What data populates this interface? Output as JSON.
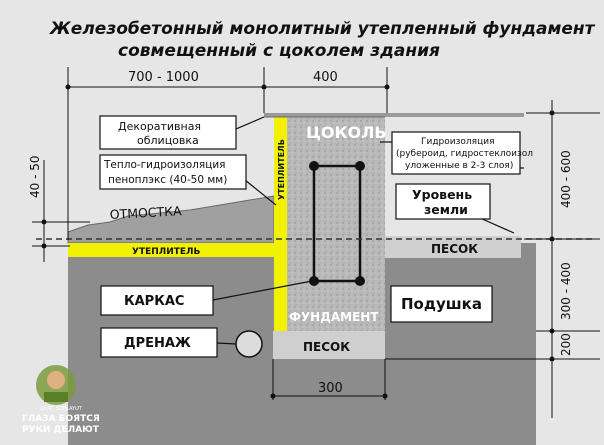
{
  "title": {
    "line1": "Железобетонный монолитный утепленный фундамент",
    "line2": "совмещенный с цоколем здания"
  },
  "dimensions": {
    "top_width": "700 - 1000",
    "top_plinth": "400",
    "left_height": "40 - 50",
    "right_top": "400 - 600",
    "right_middle": "300 - 400",
    "right_bottom": "200",
    "bottom_width": "300"
  },
  "labels": {
    "decorative_cladding": "Декоративная облицовка",
    "insulation_heat_hydro": "Тепло-гидроизоляция пеноплэкс (40-50 мм)",
    "blind_area": "ОТМОСТКА",
    "insulation_horizontal": "УТЕПЛИТЕЛЬ",
    "insulation_vertical": "УТЕПЛИТЕЛЬ",
    "plinth": "ЦОКОЛЬ",
    "waterproofing_1": "Гидроизоляция",
    "waterproofing_2": "(рубероид, гидростеклоизол",
    "waterproofing_3": "уложенные в 2-3 слоя)",
    "ground_level_1": "Уровень",
    "ground_level_2": "земли",
    "sand_right": "ПЕСОК",
    "frame": "КАРКАС",
    "foundation": "ФУНДАМЕНТ",
    "cushion": "Подушка",
    "drainage": "ДРЕНАЖ",
    "sand_bottom": "ПЕСОК"
  },
  "watermark": {
    "handle": "@UKI_SDELAYUT",
    "line1": "ГЛАЗА БОЯТСЯ",
    "line2": "РУКИ ДЕЛАЮТ"
  },
  "colors": {
    "background": "#e6e6e6",
    "soil": "#8c8c8c",
    "concrete": "#bdbdbd",
    "insulation": "#f2f200",
    "sand": "#cfcfcf",
    "rebar": "#111111"
  }
}
